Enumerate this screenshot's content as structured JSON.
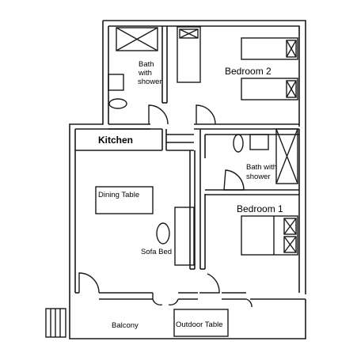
{
  "labels": {
    "bedroom_2": "Bedroom 2",
    "bath_top_line1": "Bath",
    "bath_top_line2": "with",
    "bath_top_line3": "shower",
    "kitchen": "Kitchen",
    "bath_right_line1": "Bath with",
    "bath_right_line2": "shower",
    "dining_table": "Dining Table",
    "bedroom_1": "Bedroom 1",
    "sofa_bed": "Sofa Bed",
    "balcony": "Balcony",
    "outdoor_table": "Outdoor Table"
  },
  "colors": {
    "line": "#1a1a1a",
    "background": "#ffffff"
  }
}
